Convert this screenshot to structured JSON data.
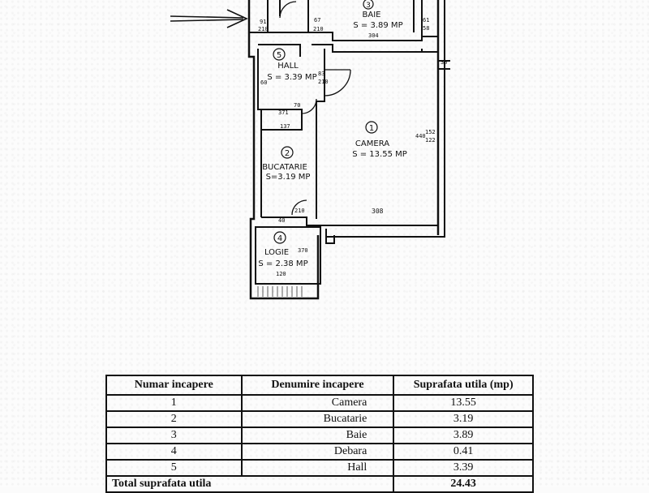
{
  "plan": {
    "rooms": [
      {
        "number": "1",
        "name": "CAMERA",
        "area": "S = 13.55 MP"
      },
      {
        "number": "2",
        "name": "BUCATARIE",
        "area": "S=3.19 MP"
      },
      {
        "number": "3",
        "name": "BAIE",
        "area": "S = 3.89 MP"
      },
      {
        "number": "4",
        "name": "LOGIE",
        "area": "S = 2.38 MP"
      },
      {
        "number": "5",
        "name": "HALL",
        "area": "S = 3.39 MP"
      }
    ],
    "dimensions": {
      "d_91": "91",
      "d_210a": "210",
      "d_67": "67",
      "d_210b": "210",
      "d_304": "304",
      "d_61": "61",
      "d_58": "58",
      "d_30": "30",
      "d_83": "83",
      "d_210c": "210",
      "d_371": "371",
      "d_70": "70",
      "d_137": "137",
      "d_152": "152",
      "d_122": "122",
      "d_440": "440",
      "d_308": "308",
      "d_40": "40",
      "d_210d": "210",
      "d_60": "60",
      "d_370": "370",
      "d_120": "120"
    }
  },
  "table": {
    "headers": [
      "Numar incapere",
      "Denumire incapere",
      "Suprafata utila (mp)"
    ],
    "rows": [
      {
        "num": "1",
        "name": "Camera",
        "area": "13.55"
      },
      {
        "num": "2",
        "name": "Bucatarie",
        "area": "3.19"
      },
      {
        "num": "3",
        "name": "Baie",
        "area": "3.89"
      },
      {
        "num": "4",
        "name": "Debara",
        "area": "0.41"
      },
      {
        "num": "5",
        "name": "Hall",
        "area": "3.39"
      }
    ],
    "total": {
      "label": "Total suprafata utila",
      "area": "24.43"
    }
  }
}
